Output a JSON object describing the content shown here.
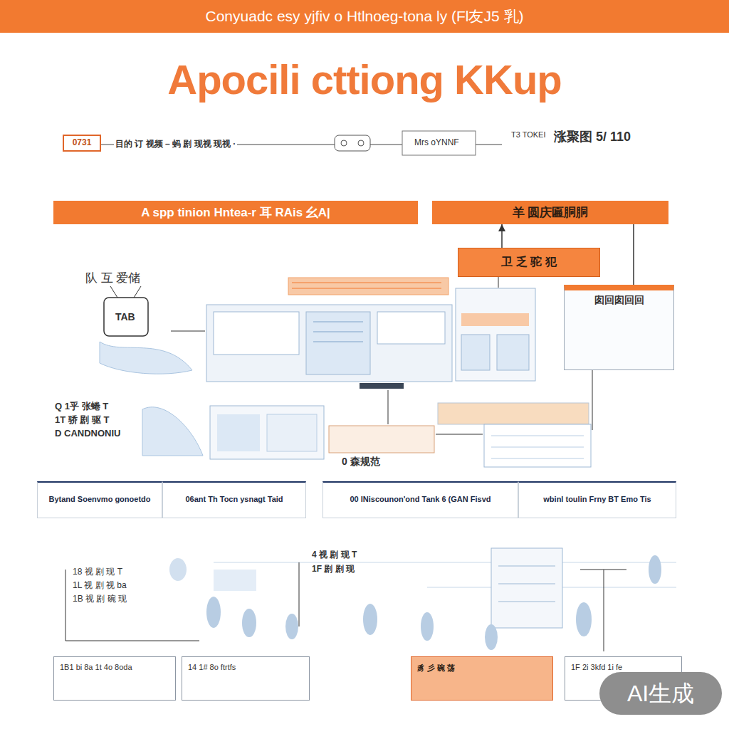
{
  "diagram": {
    "title": "Apocili cttiong KKup",
    "nodes": [
      {
        "text": [
          "Conyuadc esy yjfiv o Htlnoeg-tona ly (Fl友J5 乳)"
        ]
      },
      {
        "text": [
          "0731"
        ]
      },
      {
        "text": [
          "A spp tinion Hntea-r 耳 RAis 幺A|"
        ]
      },
      {
        "text": [
          "羊 圆庆匾胴胴"
        ]
      },
      {
        "text": [
          "卫 乏 驼 犯"
        ]
      },
      {
        "text": [
          "囱回囱回回"
        ]
      },
      {
        "text": [
          "Bytand Soenvmo gonoetdo"
        ]
      },
      {
        "text": [
          "06ant Th Tocn ysnagt Taid"
        ]
      },
      {
        "text": [
          "00 INiscounon'ond Tank 6 (GAN Fisvd"
        ]
      },
      {
        "text": [
          "wbinl toulin Frny BT Emo Tis"
        ]
      },
      {
        "text": [
          "1B1 bi 8a 1t 4o 8oda"
        ]
      },
      {
        "text": [
          "14 1# 8o ftrtfs"
        ]
      },
      {
        "text": [
          "豸 彡 碗 荡"
        ]
      },
      {
        "text": [
          "1F 2i 3kfd 1i fe"
        ]
      }
    ],
    "edges": [
      {
        "from": 4,
        "to": 3,
        "arrow": "to"
      },
      {
        "from": 3,
        "to": 5,
        "arrow": "none"
      }
    ],
    "labels": [
      "目的 订 视频 – 蚂 剧 现视 现视 ·",
      "Mrs oYNNF",
      "T3 TOKEI",
      "涨聚图 5/ 110",
      "队 互 爱储",
      "TAB",
      "Q 1乎 张蜷 T",
      "1T 骄 剧 驱 T",
      "D CANDNONIU",
      "0 森规范",
      "18 视 剧 现 T",
      "1L 视 剧 视 ba",
      "1B 视 剧 碗 现",
      "4 视 剧 现 T",
      "1F 剧 剧 现",
      "AI生成"
    ]
  }
}
